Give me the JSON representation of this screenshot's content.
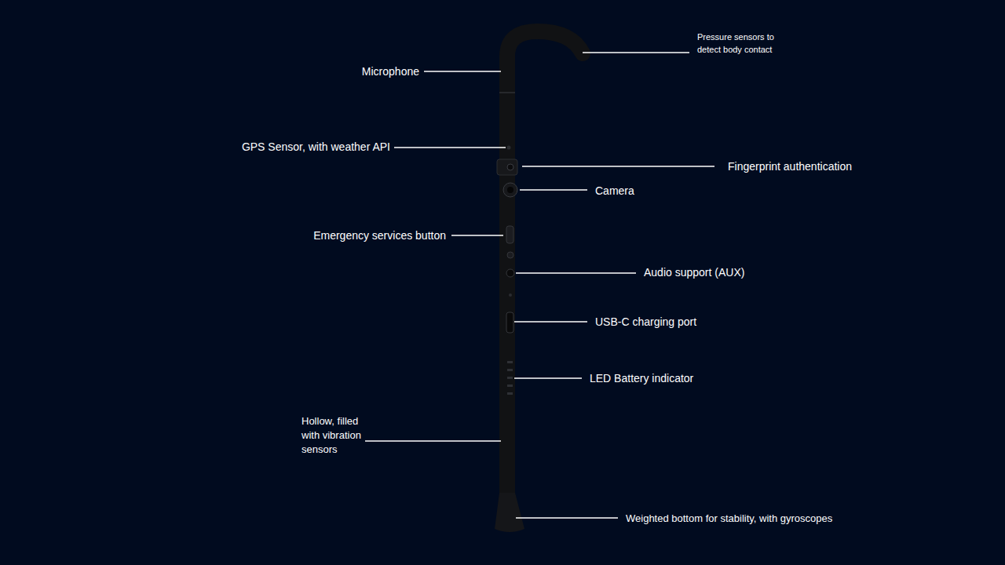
{
  "diagram": {
    "labels": [
      "Pressure sensors to detect body contact",
      "Microphone",
      "GPS Sensor, with weather API",
      "Fingerprint authentication",
      "Camera",
      "Emergency services button",
      "Audio support (AUX)",
      "USB-C charging port",
      "LED Battery indicator",
      "Hollow, filled with vibration sensors",
      "Weighted bottom for stability, with gyroscopes"
    ]
  }
}
